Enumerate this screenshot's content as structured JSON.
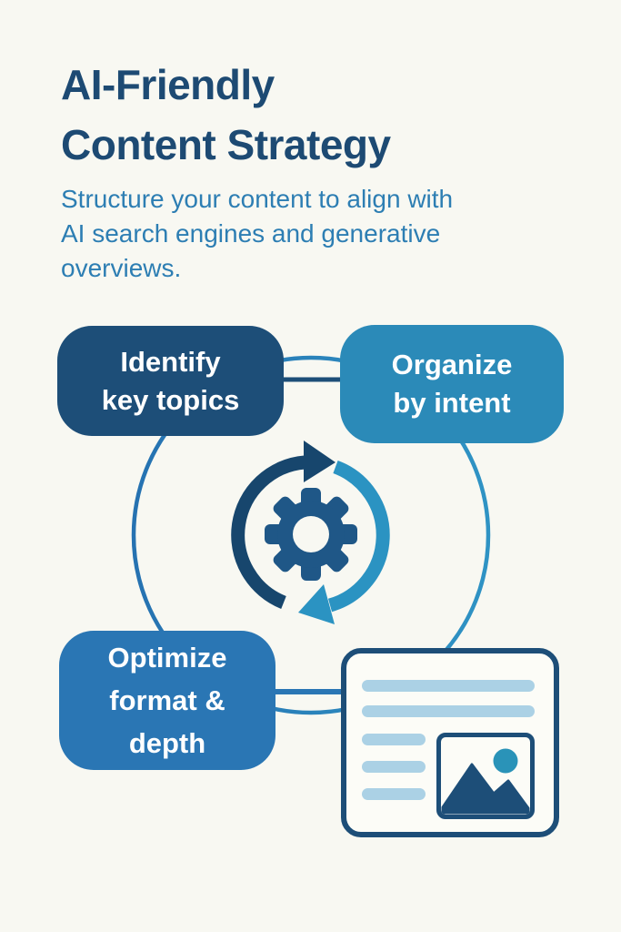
{
  "header": {
    "title_lines": [
      "AI-Friendly",
      "Content Strategy"
    ],
    "subtitle_lines": [
      "Structure your content to align with",
      "AI search engines and generative",
      "overviews."
    ]
  },
  "diagram": {
    "type": "circular-process",
    "center_icon": "gear-sync-cycle",
    "nodes": [
      {
        "id": "identify-key-topics",
        "lines": [
          "Identify",
          "key topics"
        ],
        "color": "#1d4e78"
      },
      {
        "id": "organize-by-intent",
        "lines": [
          "Organize",
          "by intent"
        ],
        "color": "#2b8ab8"
      },
      {
        "id": "optimize-format-depth",
        "lines": [
          "Optimize",
          "format &",
          "depth"
        ],
        "color": "#2a76b4"
      },
      {
        "id": "content-document-preview",
        "icon": "article-image-placeholder"
      }
    ]
  },
  "colors": {
    "background": "#f8f8f2",
    "title": "#1d4a73",
    "subtitle": "#2d7eb3",
    "node_dark_navy": "#1d4e78",
    "node_teal": "#2b8ab8",
    "node_blue": "#2a76b4",
    "cycle_ring_left": "#2672b1",
    "cycle_ring_right": "#2f93c4",
    "arrow_dark": "#17466d",
    "arrow_teal": "#2b93c2",
    "gear": "#1f5787",
    "card_text_bar": "#abd1e5",
    "image_sun": "#2a93b8",
    "image_mountain": "#1d4e78"
  }
}
